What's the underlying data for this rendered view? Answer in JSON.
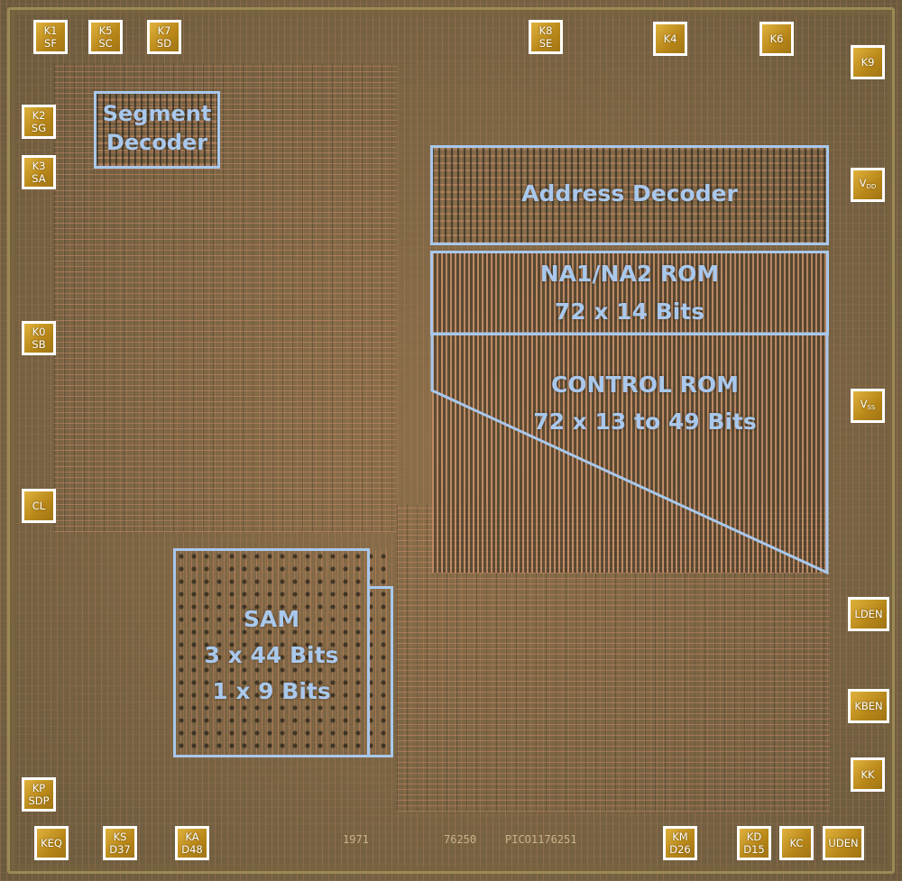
{
  "regions": {
    "segment_decoder": "Segment\nDecoder",
    "address_decoder": "Address Decoder",
    "na_rom_title": "NA1/NA2 ROM",
    "na_rom_size": "72 x 14 Bits",
    "control_rom_title": "CONTROL ROM",
    "control_rom_size": "72 x 13 to 49 Bits",
    "sam_title": "SAM",
    "sam_size1": "3 x 44 Bits",
    "sam_size2": "1 x 9 Bits"
  },
  "pads": {
    "k1": {
      "a": "K1",
      "b": "SF"
    },
    "k5": {
      "a": "K5",
      "b": "SC"
    },
    "k7": {
      "a": "K7",
      "b": "SD"
    },
    "k8": {
      "a": "K8",
      "b": "SE"
    },
    "k4": {
      "a": "K4"
    },
    "k6": {
      "a": "K6"
    },
    "k9": {
      "a": "K9"
    },
    "k2": {
      "a": "K2",
      "b": "SG"
    },
    "k3": {
      "a": "K3",
      "b": "SA"
    },
    "vdd": {
      "a": "V",
      "sub": "DD"
    },
    "k0": {
      "a": "K0",
      "b": "SB"
    },
    "vss": {
      "a": "V",
      "sub": "SS"
    },
    "cl": {
      "a": "CL"
    },
    "lden": {
      "a": "LDEN"
    },
    "kben": {
      "a": "KBEN"
    },
    "kk": {
      "a": "KK"
    },
    "kp": {
      "a": "KP",
      "b": "SDP"
    },
    "keq": {
      "a": "KEQ"
    },
    "ks": {
      "a": "KS",
      "b": "D37"
    },
    "ka": {
      "a": "KA",
      "b": "D48"
    },
    "km": {
      "a": "KM",
      "b": "D26"
    },
    "kd": {
      "a": "KD",
      "b": "D15"
    },
    "kc": {
      "a": "KC"
    },
    "uden": {
      "a": "UDEN"
    }
  },
  "markings": {
    "year": "1971",
    "part": "76250",
    "part2": "PICO1176251"
  },
  "colors": {
    "annotation": "#a9c8ec",
    "pad_fill": "#c9961f",
    "pad_border": "#ffffff"
  }
}
